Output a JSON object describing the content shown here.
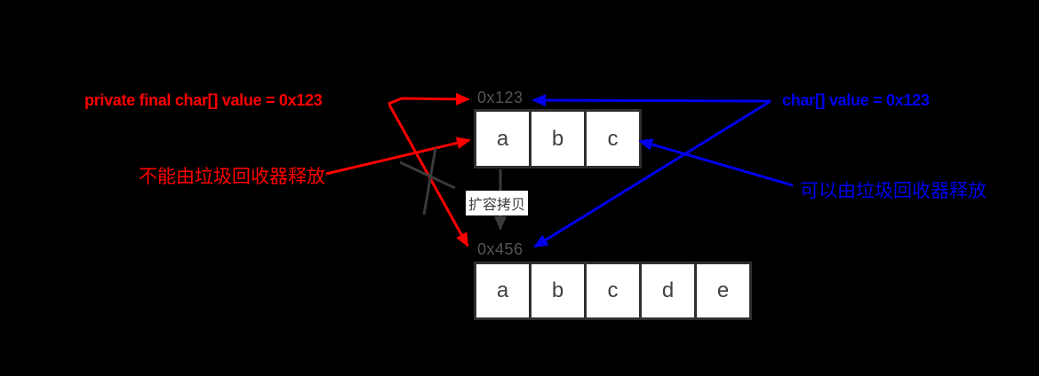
{
  "labels": {
    "string_ref": "private final char[] value = 0x123",
    "string_ref_note": "不能由垃圾回收器释放",
    "builder_ref": "char[] value = 0x123",
    "builder_ref_note": "可以由垃圾回收器释放",
    "copy_action": "扩容拷贝"
  },
  "arrays": {
    "original": {
      "address": "0x123",
      "cells": [
        "a",
        "b",
        "c"
      ]
    },
    "expanded": {
      "address": "0x456",
      "cells": [
        "a",
        "b",
        "c",
        "d",
        "e"
      ]
    }
  },
  "colors": {
    "red": "#ff0000",
    "blue": "#0000ee",
    "address-gray": "#555555",
    "line-gray": "#3a3a3a",
    "cell-border": "#2f2f2f",
    "cell-bg": "#ffffff",
    "cell-text": "#404040",
    "background": "#000000"
  }
}
